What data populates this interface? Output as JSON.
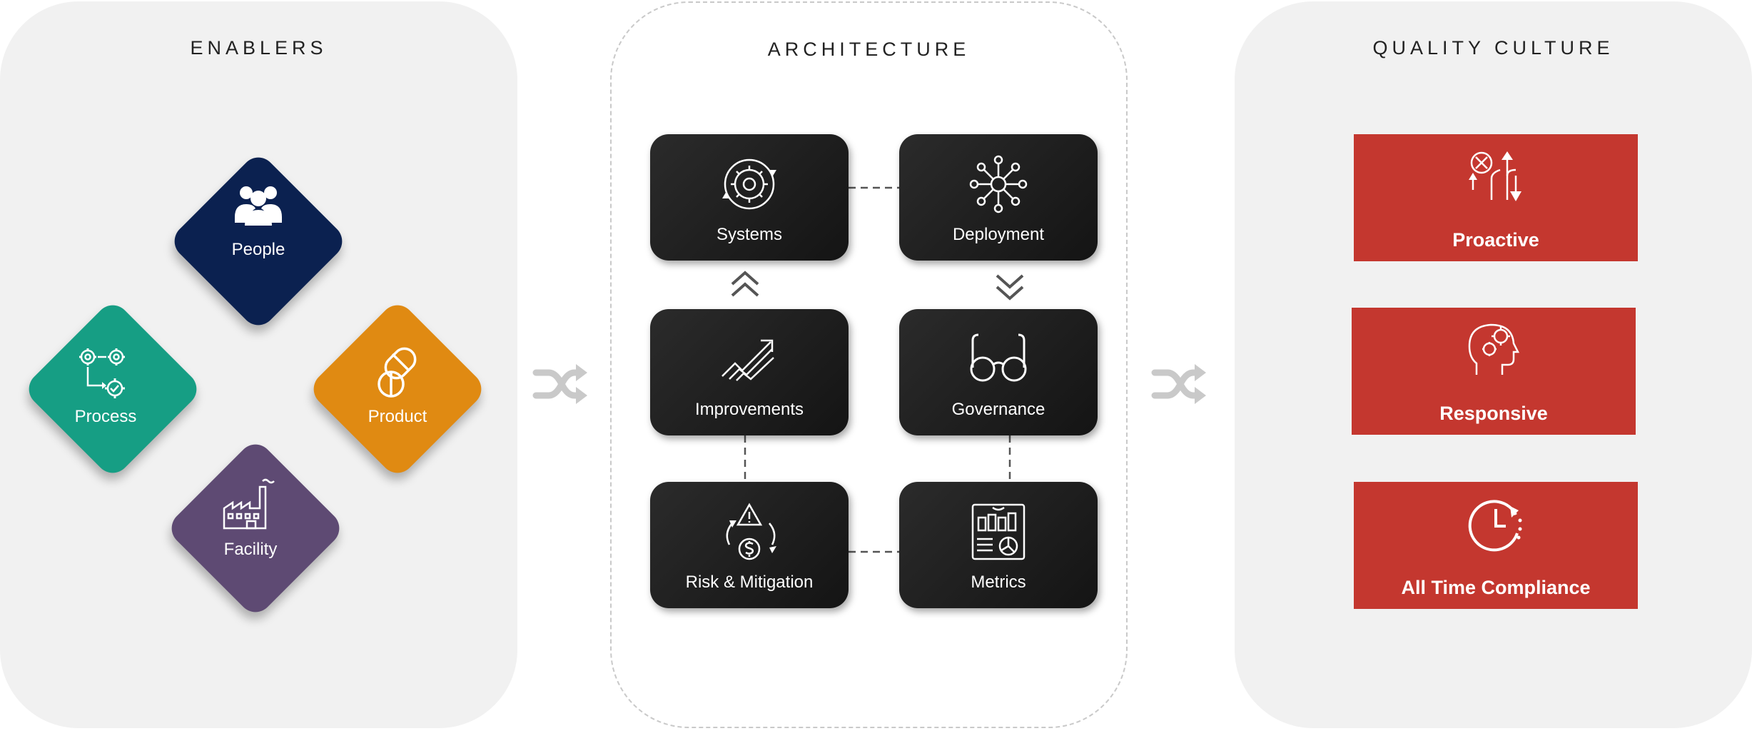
{
  "enablers": {
    "title": "ENABLERS",
    "items": [
      {
        "label": "People",
        "color": "#0b2150",
        "icon": "people-icon"
      },
      {
        "label": "Process",
        "color": "#169e84",
        "icon": "process-gears-icon"
      },
      {
        "label": "Product",
        "color": "#e08a12",
        "icon": "pill-icon"
      },
      {
        "label": "Facility",
        "color": "#5e4a73",
        "icon": "factory-icon"
      }
    ]
  },
  "architecture": {
    "title": "ARCHITECTURE",
    "items": [
      {
        "label": "Systems",
        "icon": "gear-cycle-icon"
      },
      {
        "label": "Deployment",
        "icon": "network-hub-icon"
      },
      {
        "label": "Improvements",
        "icon": "trend-up-icon"
      },
      {
        "label": "Governance",
        "icon": "glasses-icon"
      },
      {
        "label": "Risk & Mitigation",
        "icon": "risk-cycle-icon"
      },
      {
        "label": "Metrics",
        "icon": "report-icon"
      }
    ]
  },
  "quality": {
    "title": "QUALITY CULTURE",
    "color": "#c4372f",
    "items": [
      {
        "label": "Proactive",
        "icon": "strategy-arrows-icon"
      },
      {
        "label": "Responsive",
        "icon": "head-gear-icon"
      },
      {
        "label": "All Time Compliance",
        "icon": "clock-icon"
      }
    ]
  }
}
